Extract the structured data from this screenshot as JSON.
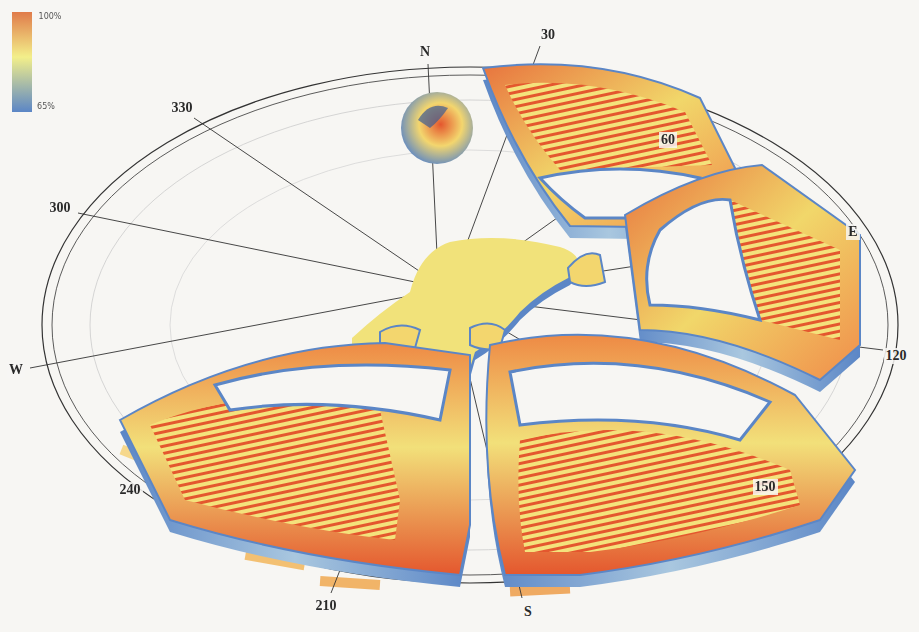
{
  "diagram": {
    "labels": [
      "100%",
      "65%",
      "N",
      "30",
      "60",
      "E",
      "120",
      "150",
      "S",
      "210",
      "240",
      "W",
      "300",
      "330"
    ]
  }
}
